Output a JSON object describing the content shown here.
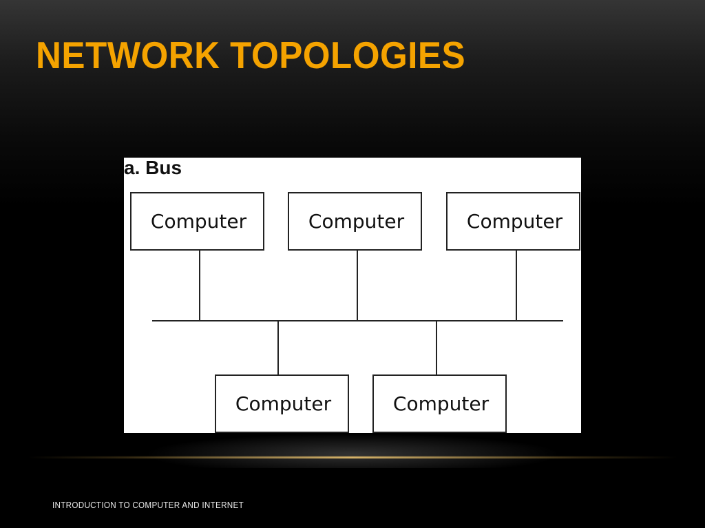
{
  "slide": {
    "title": "NETWORK TOPOLOGIES",
    "title_color": "#f5a300",
    "footer": "INTRODUCTION TO COMPUTER AND INTERNET"
  },
  "diagram": {
    "label": "a. Bus",
    "type": "bus-topology",
    "nodes": [
      {
        "label": "Computer",
        "position": "top-left"
      },
      {
        "label": "Computer",
        "position": "top-center"
      },
      {
        "label": "Computer",
        "position": "top-right"
      },
      {
        "label": "Computer",
        "position": "bottom-left"
      },
      {
        "label": "Computer",
        "position": "bottom-right"
      }
    ],
    "edges": [
      {
        "from": "node-0",
        "to": "bus"
      },
      {
        "from": "node-1",
        "to": "bus"
      },
      {
        "from": "node-2",
        "to": "bus"
      },
      {
        "from": "bus",
        "to": "node-3"
      },
      {
        "from": "bus",
        "to": "node-4"
      }
    ]
  }
}
